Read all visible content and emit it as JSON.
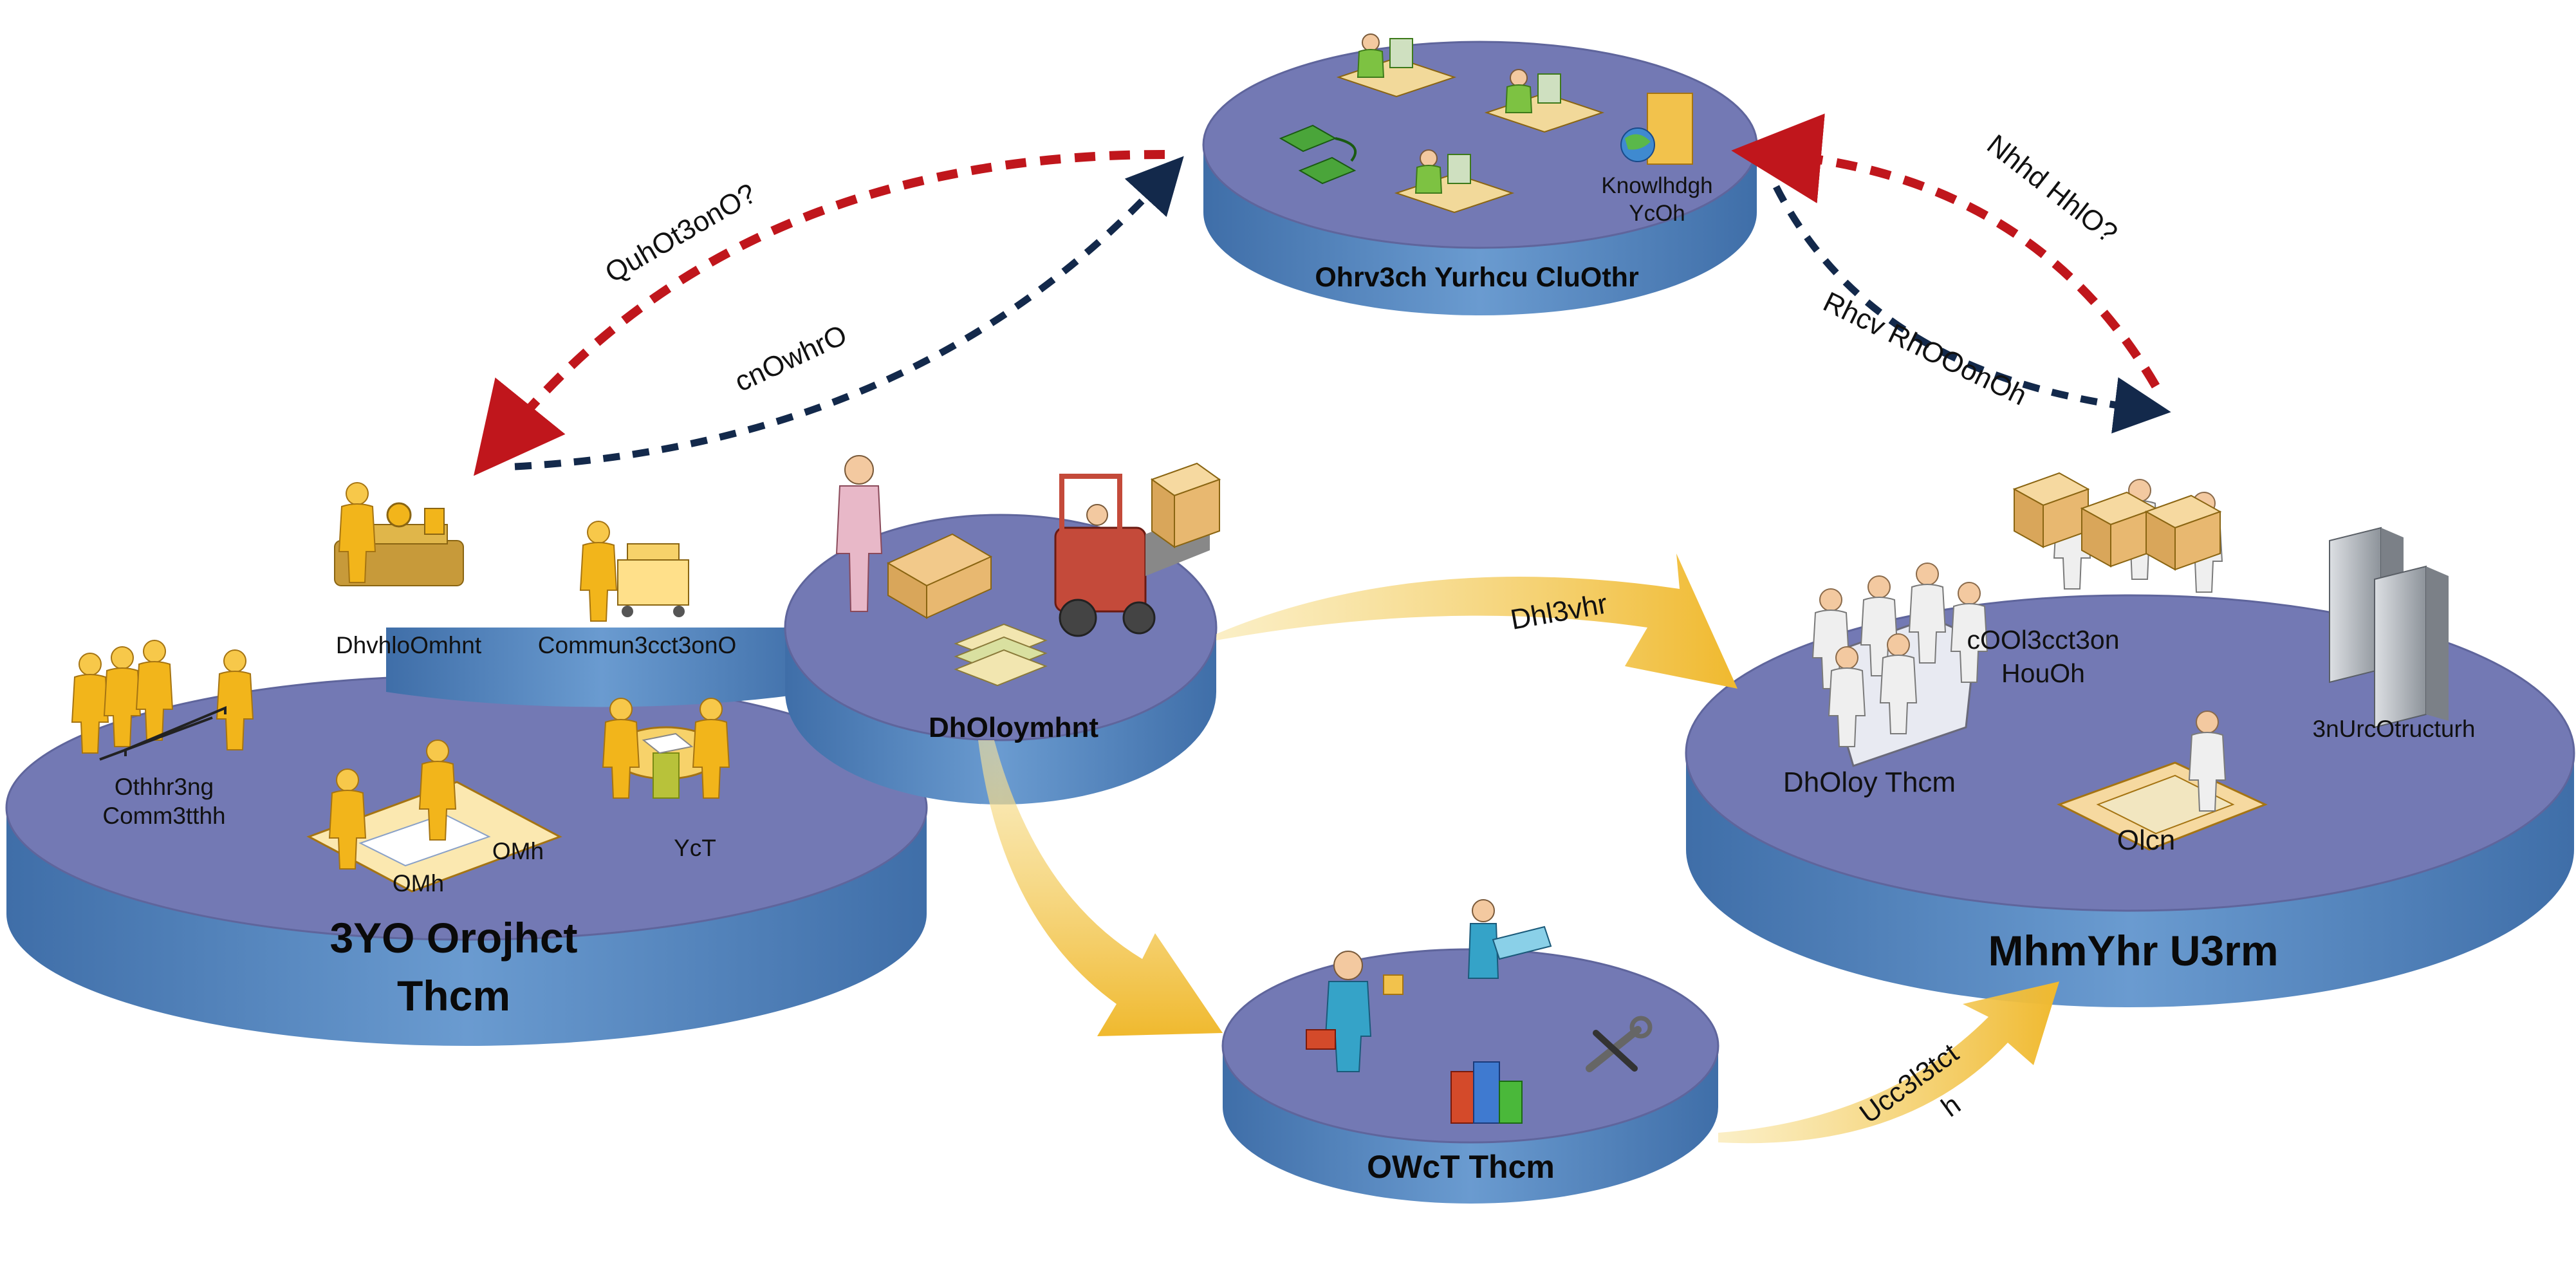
{
  "colors": {
    "platform_top": "#7379b4",
    "platform_side": "#4f83be",
    "request_arrow": "#c0161c",
    "response_arrow": "#13294b",
    "flow_arrow": "#f2c24c",
    "person_gold": "#f2b51b",
    "person_green": "#7dc242",
    "person_white": "#eeeeee"
  },
  "platforms": {
    "it_project_team": {
      "title_line1": "3YO Orojhct",
      "title_line2": "Thcm"
    },
    "deployment": {
      "title": "DhOloymhnt"
    },
    "service_desk": {
      "title": "Ohrv3ch Yurhcu CluOthr"
    },
    "member_firm": {
      "title": "MhmYhr U3rm"
    },
    "ops_team": {
      "title": "OWcT Thcm"
    }
  },
  "labels": {
    "steering_committee_line1": "Othhr3ng",
    "steering_committee_line2": "Comm3tthh",
    "development": "DhvhloOmhnt",
    "communication": "Commun3cct3onO",
    "pm_left": "OMh",
    "pm_right": "OMh",
    "qa": "YcT",
    "knowledge_line1": "Knowlhdgh",
    "knowledge_line2": "YcOh",
    "config_line1": "cOOl3cct3on",
    "config_line2": "HouOh",
    "infrastructure": "3nUrcOtructurh",
    "deploy_team": "DhOloy Thcm",
    "plan": "Olcn"
  },
  "arrows": {
    "questions": "QuhOt3onO?",
    "answers": "cnOwhrO",
    "need_help": "Nhhd HhlO?",
    "receive_response": "Rhcv RhOOonOh",
    "deliver": "Dhl3vhr",
    "escalate_line1": "Ucc3l3tct",
    "escalate_line2": "h"
  },
  "icons": [
    "people-group-icon",
    "assembly-worker-icon",
    "courier-cart-icon",
    "meeting-people-icon",
    "quality-table-icon",
    "delivery-person-icon",
    "forklift-icon",
    "papers-stack-icon",
    "helpdesk-agent-icon",
    "telephone-icon",
    "folder-globe-icon",
    "package-carriers-icon",
    "conference-table-icon",
    "server-icon",
    "designer-icon",
    "ops-worker-icon",
    "blueprint-worker-icon",
    "books-icon",
    "tools-icon"
  ]
}
